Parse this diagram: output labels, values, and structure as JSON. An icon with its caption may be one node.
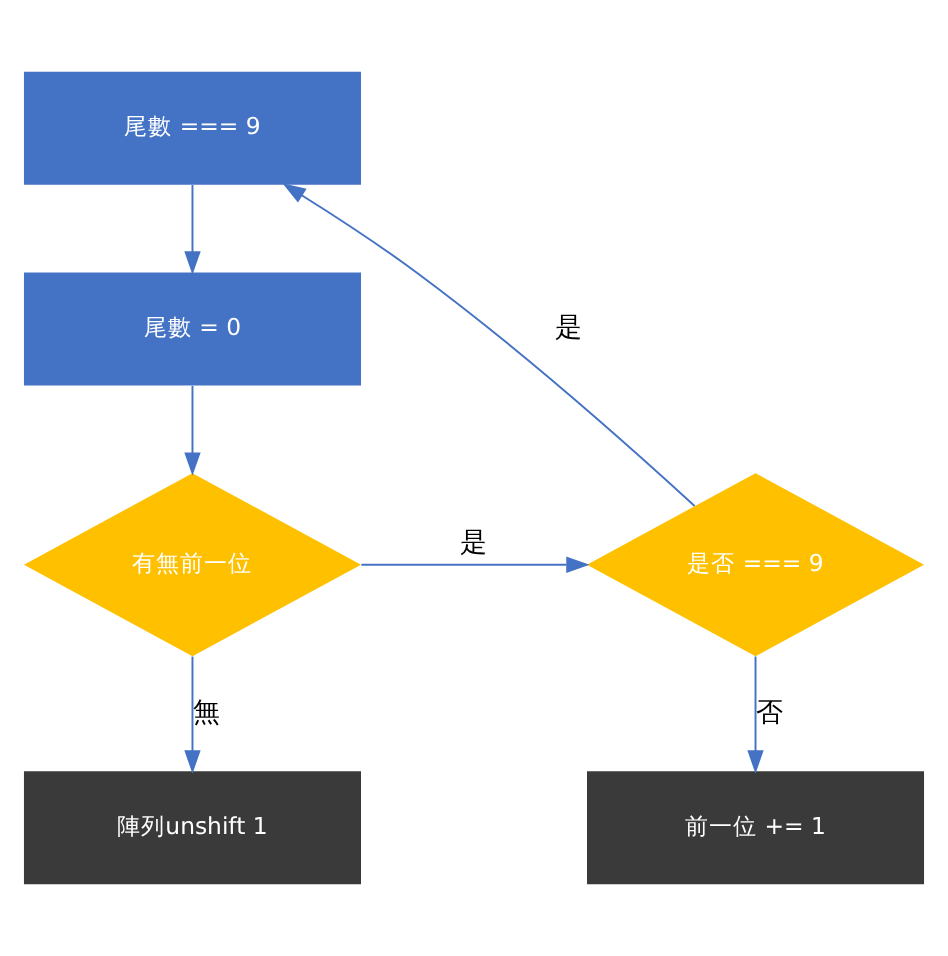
{
  "diagram": {
    "nodes": [
      {
        "text": [
          "尾數 === 9"
        ]
      },
      {
        "text": [
          "尾數 = 0"
        ]
      },
      {
        "text": [
          "有無前一位"
        ]
      },
      {
        "text": [
          "是否 === 9"
        ]
      },
      {
        "text": [
          "陣列unshift 1"
        ]
      },
      {
        "text": [
          "前一位 += 1"
        ]
      }
    ],
    "edges": [
      {
        "from": 0,
        "to": 1,
        "arrow": "to"
      },
      {
        "from": 1,
        "to": 2,
        "arrow": "to"
      },
      {
        "from": 2,
        "to": 3,
        "arrow": "to",
        "label": "是"
      },
      {
        "from": 3,
        "to": 0,
        "arrow": "to",
        "label": "是"
      },
      {
        "from": 2,
        "to": 4,
        "arrow": "to",
        "label": "無"
      },
      {
        "from": 3,
        "to": 5,
        "arrow": "to",
        "label": "否"
      }
    ]
  }
}
